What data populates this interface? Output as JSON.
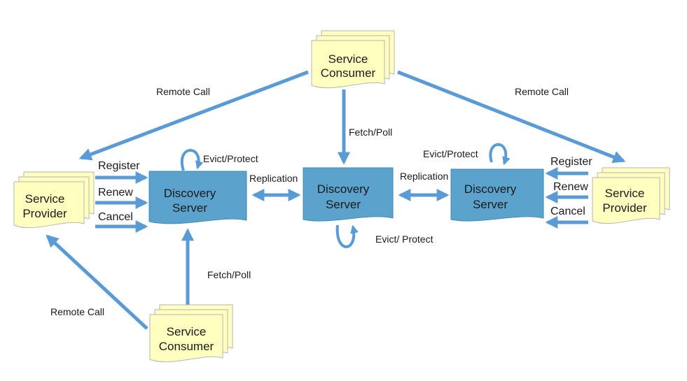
{
  "colors": {
    "arrow": "#5b9bd5",
    "doc_fill": "#ffffc0",
    "doc_stroke": "#b6b6b6",
    "server_fill": "#5ba3cc",
    "server_stroke": "#3e8bb8",
    "text": "#1a1a1a"
  },
  "nodes": {
    "consumer_top": {
      "line1": "Service",
      "line2": "Consumer"
    },
    "consumer_bottom": {
      "line1": "Service",
      "line2": "Consumer"
    },
    "provider_left": {
      "line1": "Service",
      "line2": "Provider"
    },
    "provider_right": {
      "line1": "Service",
      "line2": "Provider"
    },
    "server_left": {
      "line1": "Discovery",
      "line2": "Server"
    },
    "server_center": {
      "line1": "Discovery",
      "line2": "Server"
    },
    "server_right": {
      "line1": "Discovery",
      "line2": "Server"
    }
  },
  "labels": {
    "remote_call_top_left": "Remote Call",
    "remote_call_top_right": "Remote Call",
    "remote_call_bottom_left": "Remote Call",
    "fetch_poll_top": "Fetch/Poll",
    "fetch_poll_bottom": "Fetch/Poll",
    "evict_protect_left": "Evict/Protect",
    "evict_protect_right": "Evict/Protect",
    "evict_protect_center": "Evict/ Protect",
    "replication_left": "Replication",
    "replication_right": "Replication",
    "left_register": "Register",
    "left_renew": "Renew",
    "left_cancel": "Cancel",
    "right_register": "Register",
    "right_renew": "Renew",
    "right_cancel": "Cancel"
  }
}
